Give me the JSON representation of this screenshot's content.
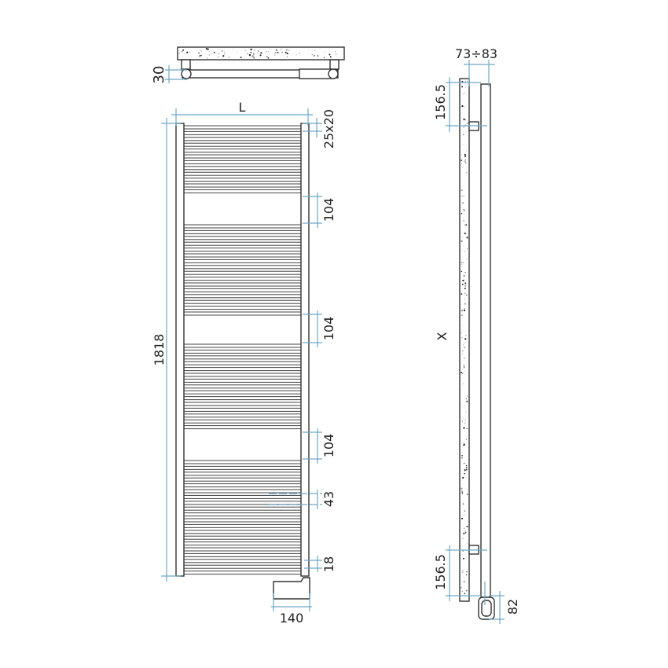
{
  "top_view": {
    "depth_label": "30"
  },
  "front_view": {
    "width_label": "L",
    "height_label": "1818",
    "tube_label": "25x20",
    "gap_labels": [
      "104",
      "104",
      "104"
    ],
    "pitch_label": "43",
    "bottom_label": "18",
    "heater_label": "140"
  },
  "side_view": {
    "wall_distance_label": "73÷83",
    "top_offset_label": "156.5",
    "center_label": "X",
    "bottom_offset_label": "156.5",
    "heater_depth_label": "82"
  },
  "colors": {
    "dimension": "#6fa8c8",
    "outline": "#333333"
  }
}
